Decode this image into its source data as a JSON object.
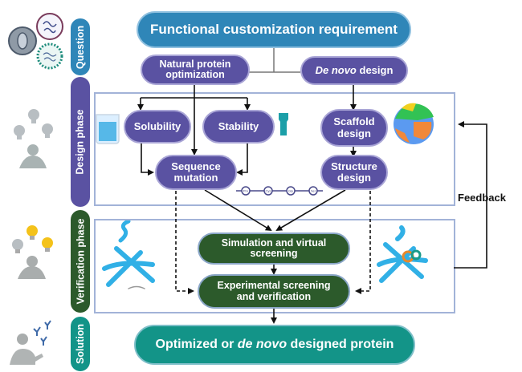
{
  "phases": {
    "question": "Question",
    "design": "Design phase",
    "verification": "Verification phase",
    "solution": "Solution"
  },
  "nodes": {
    "requirement": "Functional customization requirement",
    "natural_line1": "Natural protein",
    "natural_line2": "optimization",
    "denovo_italic": "De novo",
    "denovo_rest": " design",
    "solubility": "Solubility",
    "stability": "Stability",
    "scaffold_line1": "Scaffold",
    "scaffold_line2": "design",
    "sequence_line1": "Sequence",
    "sequence_line2": "mutation",
    "structure_line1": "Structure",
    "structure_line2": "design",
    "simulation_line1": "Simulation and virtual",
    "simulation_line2": "screening",
    "experimental_line1": "Experimental screening",
    "experimental_line2": "and verification",
    "result_pre": "Optimized or ",
    "result_italic": "de novo",
    "result_post": " designed protein"
  },
  "feedback_label": "Feedback",
  "amino_acids": [
    "Pro",
    "Cys",
    "Gly",
    "Ser"
  ],
  "illustrations": {
    "question": "virus-icons",
    "design": "thinking-person-bulbs-off",
    "verification": "thinking-person-bulbs-on",
    "solution": "person-antibodies",
    "solubility": "beaker-icon",
    "stability": "tube-icon",
    "scaffold": "protein-surface-icon"
  },
  "colors": {
    "question": "#2f86b8",
    "design": "#5a52a2",
    "verification": "#2c5a2b",
    "solution": "#139488",
    "panel_border": "#a2b3d8"
  }
}
